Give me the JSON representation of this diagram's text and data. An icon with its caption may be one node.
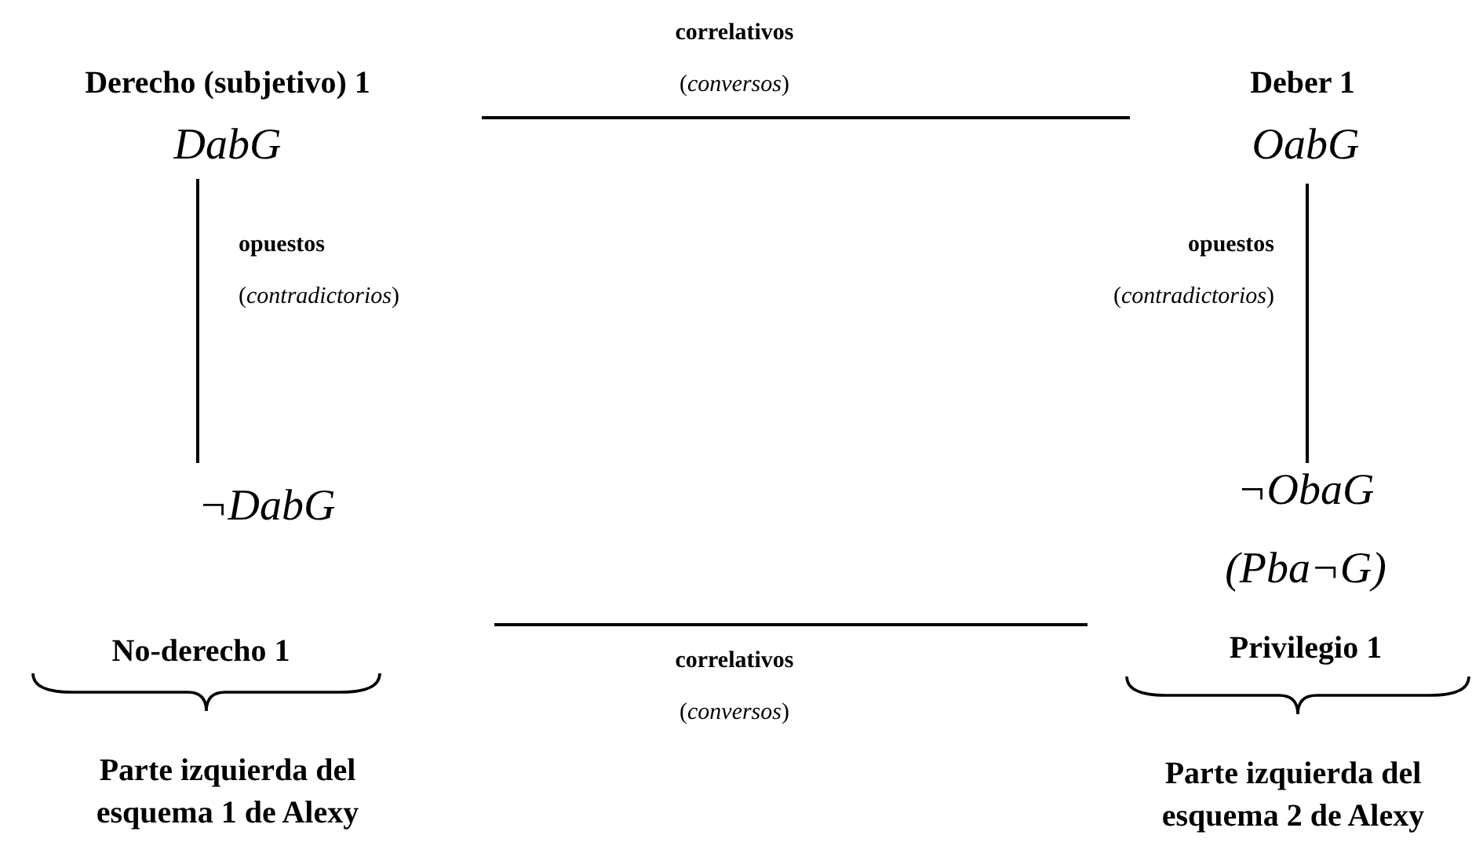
{
  "diagram": {
    "nodes": [
      {
        "text": [
          "Derecho (subjetivo) 1",
          "DabG"
        ]
      },
      {
        "text": [
          "Deber 1",
          "OabG"
        ]
      },
      {
        "text": [
          "¬DabG",
          "No-derecho 1"
        ]
      },
      {
        "text": [
          "¬ObaG",
          "(Pba¬G)",
          "Privilegio 1"
        ]
      }
    ],
    "edges": [
      {
        "from": 0,
        "to": 1,
        "arrow": "none",
        "label": "**correlativos** (*conversos*)"
      },
      {
        "from": 0,
        "to": 2,
        "arrow": "none",
        "label": "**opuestos** (*contradictorios*)"
      },
      {
        "from": 1,
        "to": 3,
        "arrow": "none",
        "label": "**opuestos** (*contradictorios*)"
      },
      {
        "from": 2,
        "to": 3,
        "arrow": "none",
        "label": "**correlativos** (*conversos*)"
      }
    ],
    "labels": [
      "Parte izquierda del esquema 1 de Alexy",
      "Parte izquierda del esquema 2 de Alexy"
    ]
  }
}
